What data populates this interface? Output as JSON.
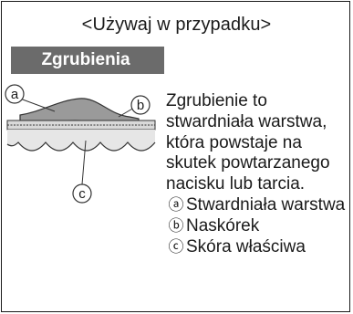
{
  "header": "<Używaj w przypadku>",
  "tag": "Zgrubienia",
  "description": "Zgrubienie to stwardniała warstwa, która powstaje na skutek powtarzanego nacisku lub tarcia.",
  "diagram": {
    "label_a": "a",
    "label_b": "b",
    "label_c": "c"
  },
  "legend": [
    {
      "mark": "ⓐ",
      "label": "Stwardniała warstwa"
    },
    {
      "mark": "ⓑ",
      "label": "Naskórek"
    },
    {
      "mark": "ⓒ",
      "label": "Skóra właściwa"
    }
  ]
}
